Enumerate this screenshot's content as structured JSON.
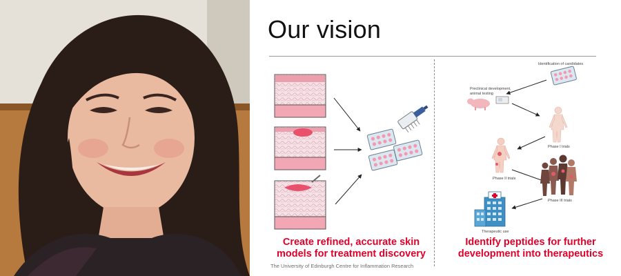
{
  "slide": {
    "title": "Our vision",
    "left_caption_line1": "Create refined, accurate skin",
    "left_caption_line2": "models for treatment discovery",
    "right_caption_line1": "Identify peptides for further",
    "right_caption_line2": "development into therapeutics",
    "credit": "The University of Edinburgh Centre for Inflammation Research",
    "caption_color": "#e0002a"
  },
  "pipeline": {
    "identification": "Identification of candidates",
    "preclinical_line1": "Preclinical development,",
    "preclinical_line2": "animal testing",
    "phase1": "Phase I trials",
    "phase2": "Phase II trials",
    "phase3": "Phase III trials",
    "therapeutic": "Therapeutic use"
  }
}
